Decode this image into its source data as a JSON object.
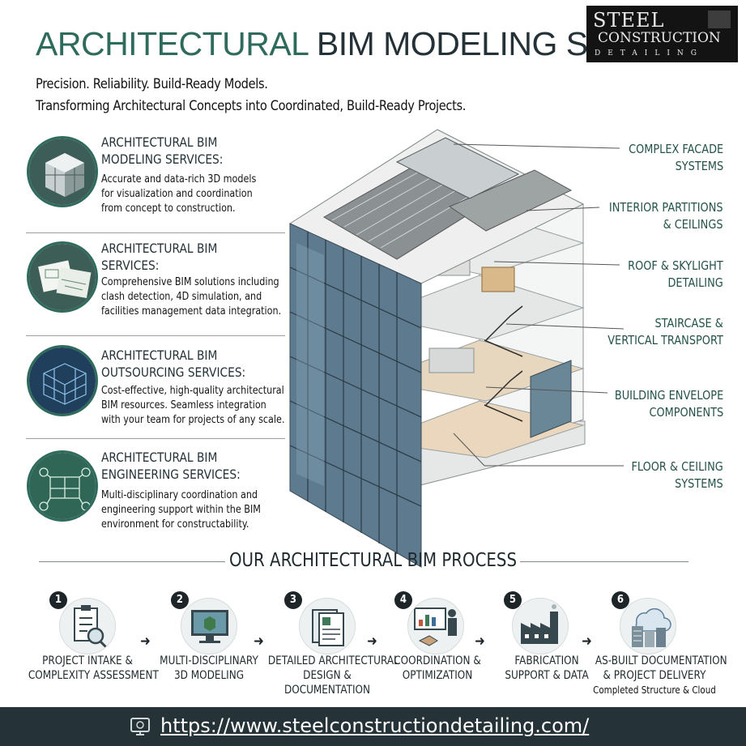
{
  "header": {
    "title_accent": "ARCHITECTURAL",
    "title_rest": "BIM MODELING SERVICES",
    "tagline": "Precision. Reliability. Build-Ready Models.",
    "subtitle": "Transforming Architectural Concepts into Coordinated, Build-Ready Projects."
  },
  "logo": {
    "line1": "STEEL",
    "line2": "CONSTRUCTION",
    "line3": "DETAILING"
  },
  "services": [
    {
      "title_line1": "ARCHITECTURAL BIM",
      "title_line2": "MODELING SERVICES:",
      "desc_line1": "Accurate and data-rich 3D models",
      "desc_line2": "for visualization and coordination",
      "desc_line3": "from concept to construction.",
      "desc_line4": ""
    },
    {
      "title_line1": "ARCHITECTURAL BIM",
      "title_line2": "SERVICES:",
      "desc_line1": "Comprehensive BIM solutions including",
      "desc_line2": "clash detection, 4D simulation, and",
      "desc_line3": "facilities management data integration.",
      "desc_line4": ""
    },
    {
      "title_line1": "ARCHITECTURAL BIM",
      "title_line2": "OUTSOURCING SERVICES:",
      "desc_line1": "Cost-effective, high-quality architectural",
      "desc_line2": "BIM resources. Seamless integration",
      "desc_line3": "with your team for projects of any scale.",
      "desc_line4": ""
    },
    {
      "title_line1": "ARCHITECTURAL BIM",
      "title_line2": "ENGINEERING SERVICES:",
      "desc_line1": "Multi-disciplinary coordination and",
      "desc_line2": "engineering support within the BIM",
      "desc_line3": "environment for constructability.",
      "desc_line4": ""
    }
  ],
  "callouts": [
    {
      "line1": "COMPLEX FACADE",
      "line2": "SYSTEMS"
    },
    {
      "line1": "INTERIOR PARTITIONS",
      "line2": "& CEILINGS"
    },
    {
      "line1": "ROOF & SKYLIGHT",
      "line2": "DETAILING"
    },
    {
      "line1": "STAIRCASE &",
      "line2": "VERTICAL TRANSPORT"
    },
    {
      "line1": "BUILDING ENVELOPE",
      "line2": "COMPONENTS"
    },
    {
      "line1": "FLOOR & CEILING",
      "line2": "SYSTEMS"
    }
  ],
  "process": {
    "title": "OUR ARCHITECTURAL BIM PROCESS",
    "arrow": "➜",
    "steps": [
      {
        "num": "1",
        "line1": "PROJECT INTAKE &",
        "line2": "COMPLEXITY ASSESSMENT",
        "line3": "",
        "icon": "clipboard-magnifier-icon"
      },
      {
        "num": "2",
        "line1": "MULTI-DISCIPLINARY",
        "line2": "3D MODELING",
        "line3": "",
        "icon": "monitor-model-icon"
      },
      {
        "num": "3",
        "line1": "DETAILED ARCHITECTURAL",
        "line2": "DESIGN &",
        "line3": "DOCUMENTATION",
        "icon": "documents-icon"
      },
      {
        "num": "4",
        "line1": "COORDINATION &",
        "line2": "OPTIMIZATION",
        "line3": "",
        "icon": "presentation-handshake-icon"
      },
      {
        "num": "5",
        "line1": "FABRICATION",
        "line2": "SUPPORT & DATA",
        "line3": "",
        "icon": "factory-icon"
      },
      {
        "num": "6",
        "line1": "AS-BUILT DOCUMENTATION",
        "line2": "& PROJECT DELIVERY",
        "line3": "",
        "icon": "building-cloud-icon",
        "caption": "Completed Structure & Cloud"
      }
    ]
  },
  "footer": {
    "url": "https://www.steelconstructiondetailing.com/",
    "icon": "globe-icon"
  },
  "colors": {
    "accent": "#2f6b5c",
    "dark": "#243238",
    "footer_bg": "#253238"
  }
}
